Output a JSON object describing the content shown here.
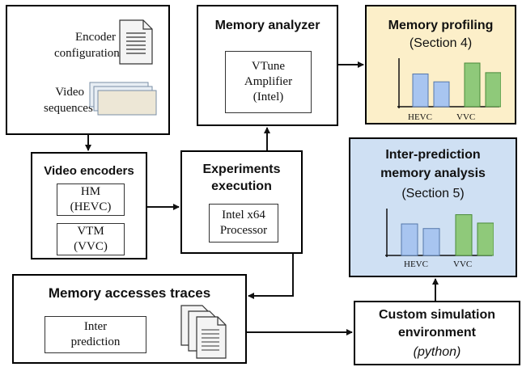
{
  "inputs": {
    "encoder_config": "Encoder configurations",
    "video_sequences": "Video sequences"
  },
  "video_encoders": {
    "title": "Video encoders",
    "hm": [
      "HM",
      "(HEVC)"
    ],
    "vtm": [
      "VTM",
      "(VVC)"
    ]
  },
  "experiments": {
    "title": [
      "Experiments",
      "execution"
    ],
    "processor": [
      "Intel x64",
      "Processor"
    ]
  },
  "analyzer": {
    "title": "Memory analyzer",
    "tool": [
      "VTune",
      "Amplifier",
      "(Intel)"
    ]
  },
  "profiling": {
    "title": "Memory profiling",
    "section": "(Section 4)",
    "labels": [
      "HEVC",
      "VVC"
    ],
    "bar_values": [
      0.75,
      0.57,
      1.0,
      0.78
    ],
    "colors": {
      "box_bg": "#fcefc9",
      "hevc": "#a8c5f0",
      "vvc": "#8fc97a"
    }
  },
  "inter_pred": {
    "title": [
      "Inter-prediction",
      "memory analysis"
    ],
    "section": "(Section 5)",
    "labels": [
      "HEVC",
      "VVC"
    ],
    "bar_values": [
      0.75,
      0.64,
      0.97,
      0.77
    ],
    "colors": {
      "box_bg": "#cfe0f3",
      "hevc": "#a8c5f0",
      "vvc": "#8fc97a"
    }
  },
  "traces": {
    "title": "Memory accesses traces",
    "inter": [
      "Inter",
      "prediction"
    ]
  },
  "simulation": {
    "title": [
      "Custom simulation",
      "environment"
    ],
    "lang": "(python)"
  }
}
